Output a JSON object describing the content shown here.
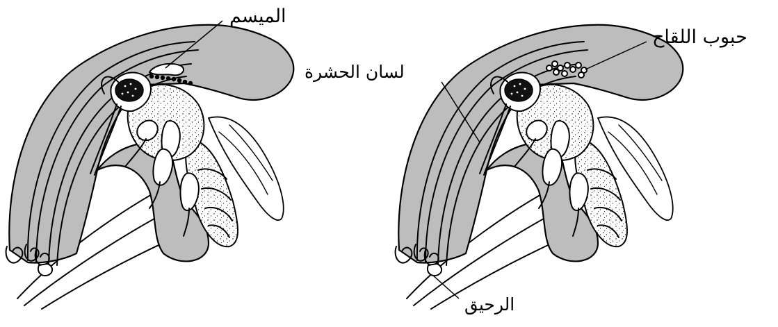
{
  "left_figure": {
    "labels": {
      "stigma": "الميسم"
    }
  },
  "right_figure": {
    "labels": {
      "pollen_grains": "حبوب اللقاح",
      "insect_tongue": "لسان الحشرة",
      "nectar": "الرحيق"
    }
  },
  "colors": {
    "petal_fill": "#bdbdbd",
    "outline": "#000000",
    "background": "#ffffff"
  }
}
